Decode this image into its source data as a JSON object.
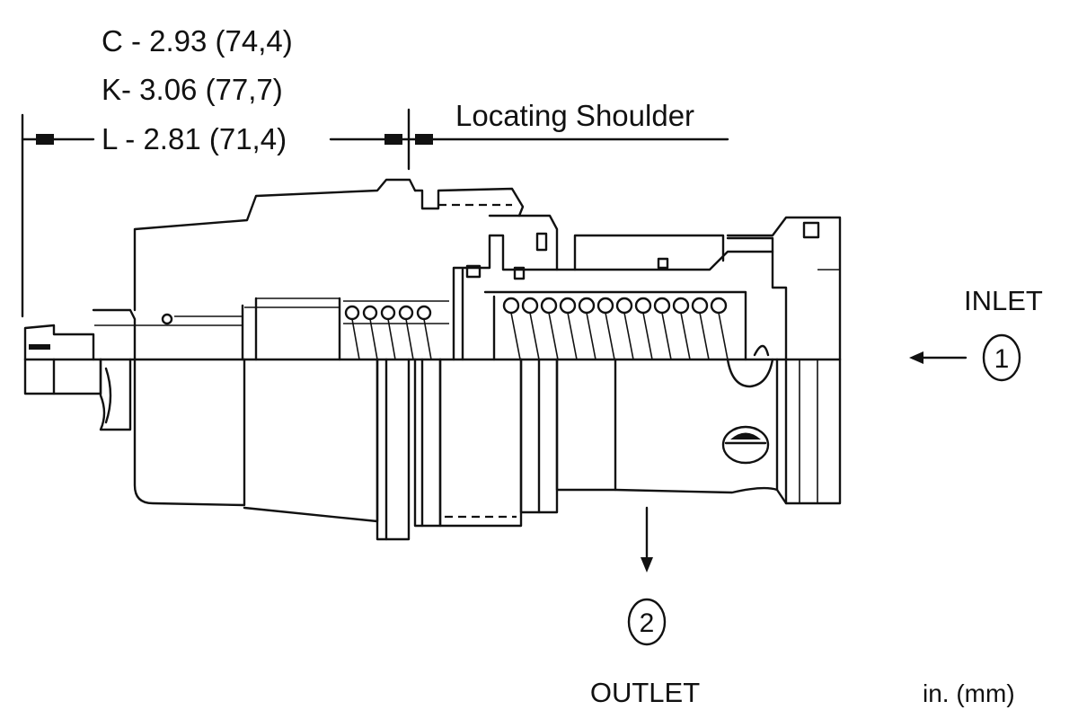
{
  "dimensions": {
    "c": "C -  2.93 (74,4)",
    "k": "K-  3.06 (77,7)",
    "l": "L -  2.81 (71,4)"
  },
  "locating_shoulder": "Locating Shoulder",
  "ports": {
    "inlet": {
      "number": "1",
      "label": "INLET"
    },
    "outlet": {
      "number": "2",
      "label": "OUTLET"
    }
  },
  "units": "in. (mm)",
  "icons": [
    "arrow-left-icon",
    "arrow-down-icon",
    "dimension-arrow-icon"
  ]
}
